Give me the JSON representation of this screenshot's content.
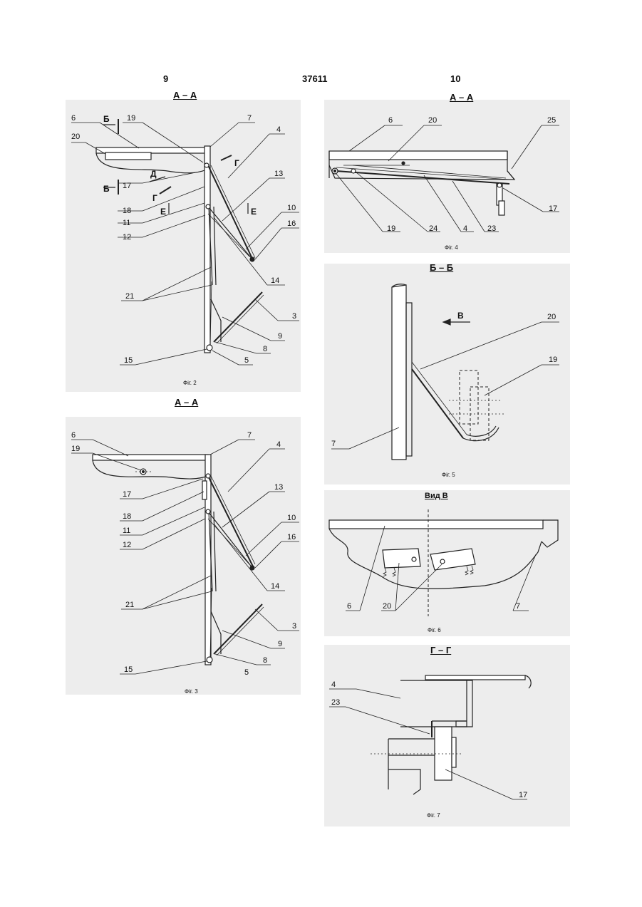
{
  "header": {
    "page_left": "9",
    "patent_no": "37611",
    "page_right": "10"
  },
  "sections": {
    "aa": "А – А",
    "bb": "Б – Б",
    "view_v": "Вид В",
    "gg": "Г – Г"
  },
  "captions": {
    "fig2": "Фіг. 2",
    "fig3": "Фіг. 3",
    "fig4": "Фіг. 4",
    "fig5": "Фіг. 5",
    "fig6": "Фіг. 6",
    "fig7": "Фіг. 7"
  },
  "arrows": {
    "b": "Б",
    "d": "Д",
    "g": "Г",
    "e": "Е",
    "v": "В"
  },
  "fig2_labels": [
    "6",
    "19",
    "7",
    "4",
    "20",
    "13",
    "17",
    "18",
    "11",
    "10",
    "12",
    "16",
    "21",
    "14",
    "3",
    "9",
    "8",
    "15",
    "5"
  ],
  "fig3_labels": [
    "6",
    "7",
    "19",
    "4",
    "13",
    "17",
    "18",
    "10",
    "11",
    "12",
    "16",
    "21",
    "14",
    "3",
    "9",
    "8",
    "15",
    "5"
  ],
  "fig4_labels": [
    "6",
    "20",
    "25",
    "17",
    "19",
    "24",
    "4",
    "23"
  ],
  "fig5_labels": [
    "20",
    "19",
    "7"
  ],
  "fig6_labels": [
    "6",
    "20",
    "7"
  ],
  "fig7_labels": [
    "4",
    "23",
    "17"
  ]
}
